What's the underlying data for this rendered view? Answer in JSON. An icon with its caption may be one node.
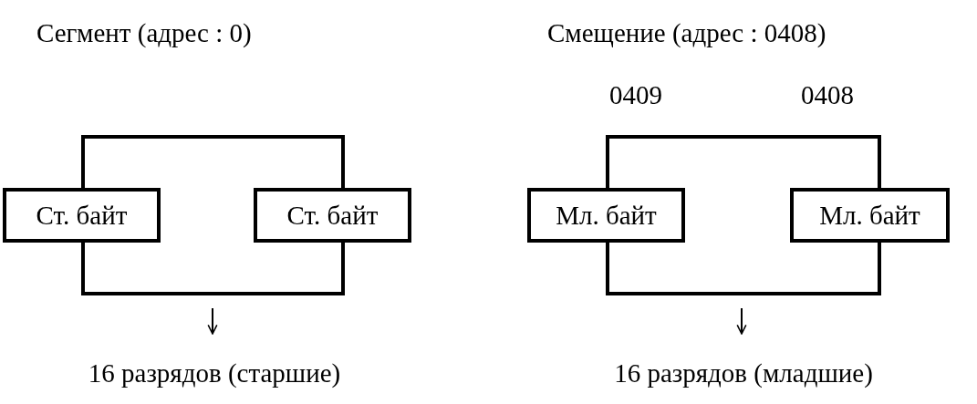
{
  "diagram": {
    "nodes": [
      {
        "text": [
          "Ст. байт"
        ]
      },
      {
        "text": [
          "Ст. байт"
        ]
      },
      {
        "text": [
          "16 разрядов (старшие)"
        ]
      },
      {
        "text": [
          "Мл. байт"
        ]
      },
      {
        "text": [
          "Мл. байт"
        ]
      },
      {
        "text": [
          "16 разрядов (младшие)"
        ]
      }
    ],
    "edges": [
      {
        "from": 0,
        "to": 1,
        "arrow": "none"
      },
      {
        "from": 0,
        "to": 1,
        "arrow": "none"
      },
      {
        "from": null,
        "to": 2,
        "arrow": "to"
      },
      {
        "from": 3,
        "to": 4,
        "arrow": "none"
      },
      {
        "from": 3,
        "to": 4,
        "arrow": "none"
      },
      {
        "from": null,
        "to": 5,
        "arrow": "to"
      }
    ],
    "labels": [
      "Сегмент (адрес : 0)",
      "Смещение (адрес : 0408)",
      "0409",
      "0408"
    ]
  }
}
